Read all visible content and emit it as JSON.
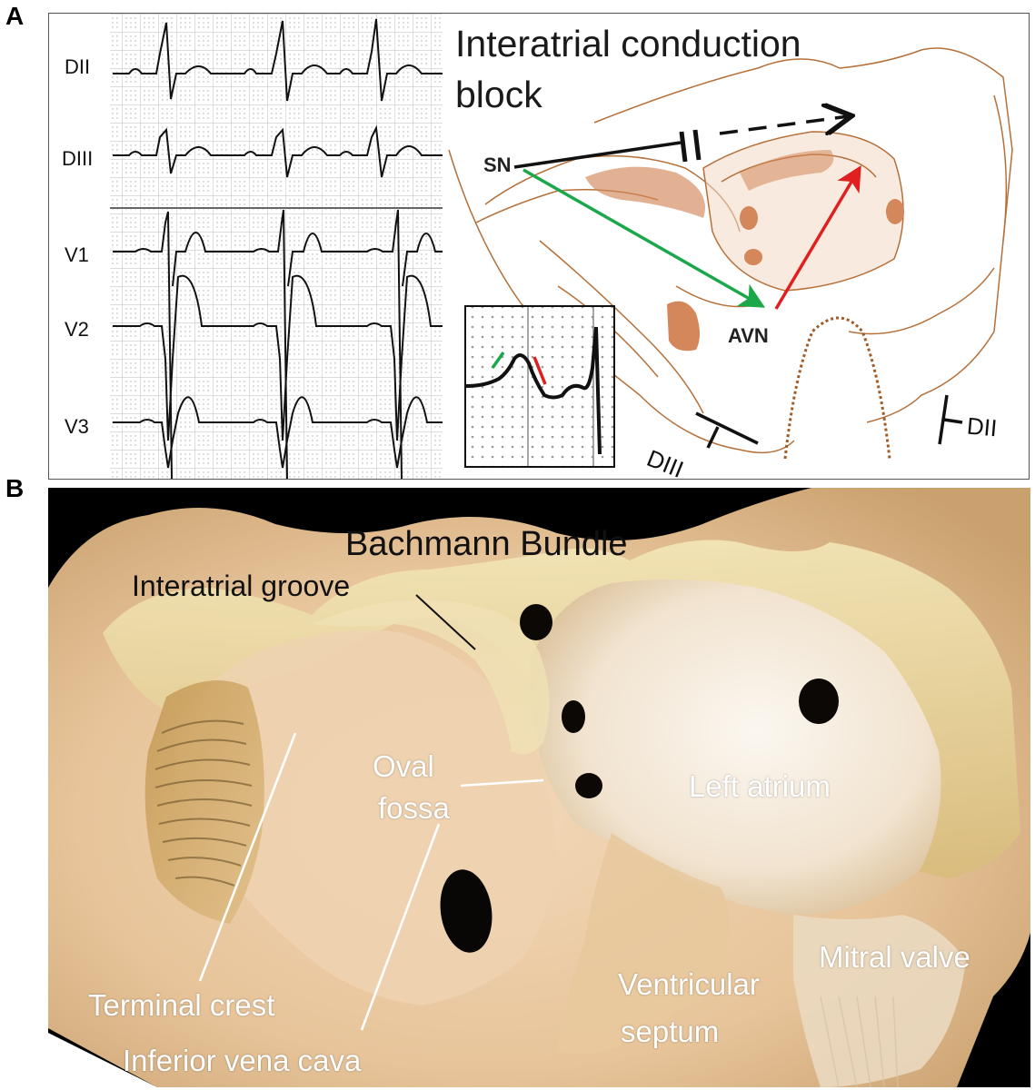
{
  "figure": {
    "panel_a_letter": "A",
    "panel_b_letter": "B"
  },
  "panel_a": {
    "leads": [
      "DII",
      "DIII",
      "V1",
      "V2",
      "V3"
    ],
    "title_line1": "Interatrial conduction",
    "title_line2": "block",
    "sn_label": "SN",
    "avn_label": "AVN",
    "diii_axis_label": "DIII",
    "dii_axis_label": "DII",
    "colors": {
      "conduction_green": "#1aa84a",
      "conduction_red": "#e02020",
      "anatomy_outline": "#b5703a",
      "anatomy_fill": "#d3875a"
    }
  },
  "panel_b": {
    "labels": {
      "bachmann": "Bachmann Bundle",
      "interatrial_groove": "Interatrial groove",
      "oval_line1": "Oval",
      "oval_line2": "fossa",
      "left_atrium": "Left atrium",
      "mitral_valve": "Mitral valve",
      "ventricular_line1": "Ventricular",
      "ventricular_line2": "septum",
      "terminal_crest": "Terminal crest",
      "ivc": "Inferior vena cava"
    }
  }
}
